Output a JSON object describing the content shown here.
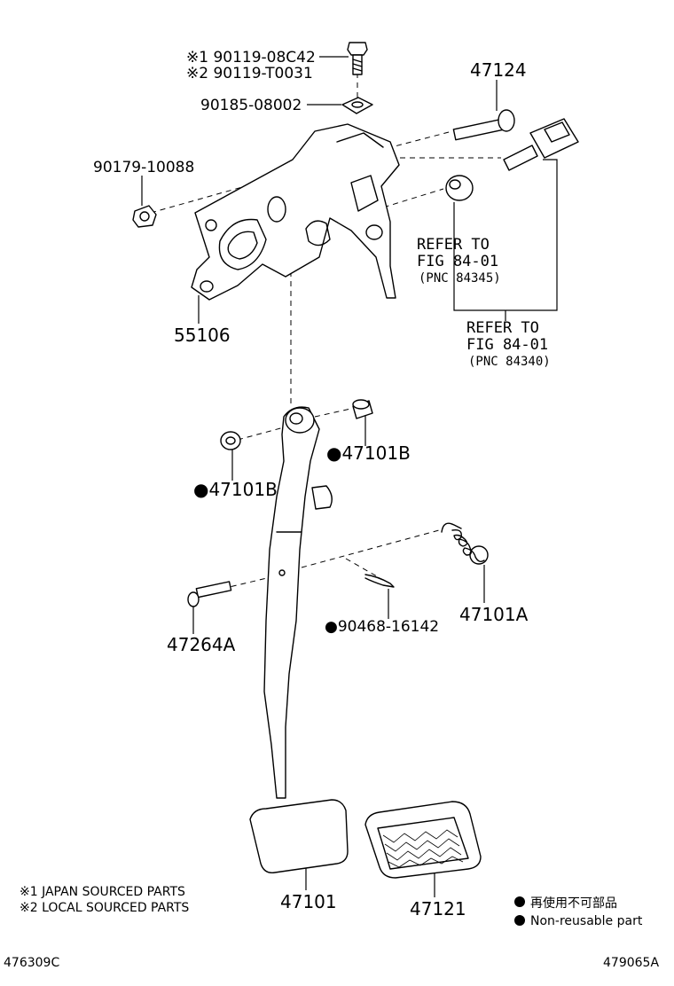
{
  "labels": {
    "p_08c42": "※1 90119-08C42",
    "p_t0031": "※2 90119-T0031",
    "p_90185": "90185-08002",
    "p_47124": "47124",
    "p_90179": "90179-10088",
    "p_55106": "55106",
    "p_47101b_right": "●47101B",
    "p_47101b_left": "●47101B",
    "p_47264a": "47264A",
    "p_90468": "●90468-16142",
    "p_47101a": "47101A",
    "p_47101": "47101",
    "p_47121": "47121"
  },
  "refs": {
    "ref1_line1": "REFER TO",
    "ref1_line2": "FIG 84-01",
    "ref1_line3": "(PNC 84345)",
    "ref2_line1": "REFER TO",
    "ref2_line2": "FIG 84-01",
    "ref2_line3": "(PNC 84340)"
  },
  "notes": {
    "note1": "※1 JAPAN SOURCED PARTS",
    "note2": "※2 LOCAL SOURCED PARTS"
  },
  "legend": {
    "jp": "再使用不可部品",
    "en": "Non-reusable part"
  },
  "codes": {
    "left": "476309C",
    "right": "479065A"
  }
}
